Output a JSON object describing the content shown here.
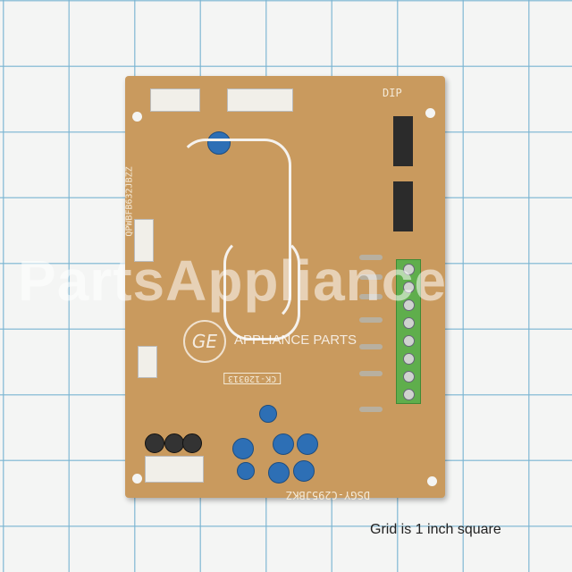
{
  "caption": "Grid is 1 inch square",
  "watermark": {
    "text": "PartsAppliance",
    "logo_text": "GE",
    "logo_caption": "APPLIANCE PARTS"
  },
  "board": {
    "part_number_left": "QPWBFB632JBZZ",
    "part_number_bottom": "DSGY-C295JBKZ",
    "dip_label": "DIP",
    "label_ck": "CK-120313",
    "color": "#c99a5e"
  }
}
